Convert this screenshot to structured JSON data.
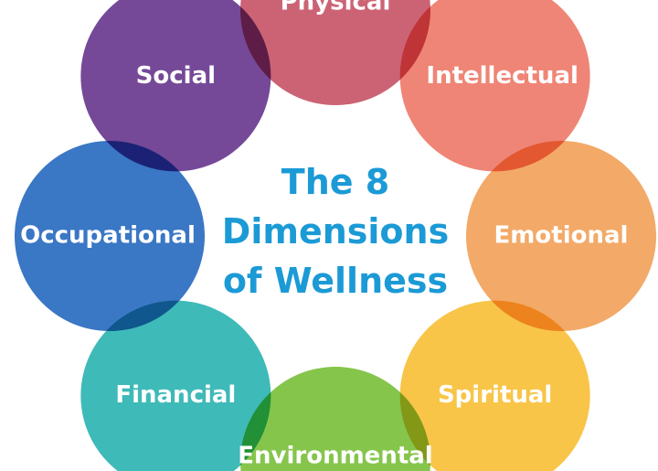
{
  "title_lines": [
    "The 8",
    "Dimensions",
    "of Wellness"
  ],
  "title_color": "#1b9ad6",
  "dimensions": [
    {
      "label": "Physical",
      "color": "#c95a6e"
    },
    {
      "label": "Intellectual",
      "color": "#ef7e6f"
    },
    {
      "label": "Emotional",
      "color": "#f3a45f"
    },
    {
      "label": "Spiritual",
      "color": "#f8c23e"
    },
    {
      "label": "Environmental",
      "color": "#7fc242"
    },
    {
      "label": "Financial",
      "color": "#33b6b4"
    },
    {
      "label": "Occupational",
      "color": "#2f70c1"
    },
    {
      "label": "Social",
      "color": "#6d3f93"
    }
  ]
}
